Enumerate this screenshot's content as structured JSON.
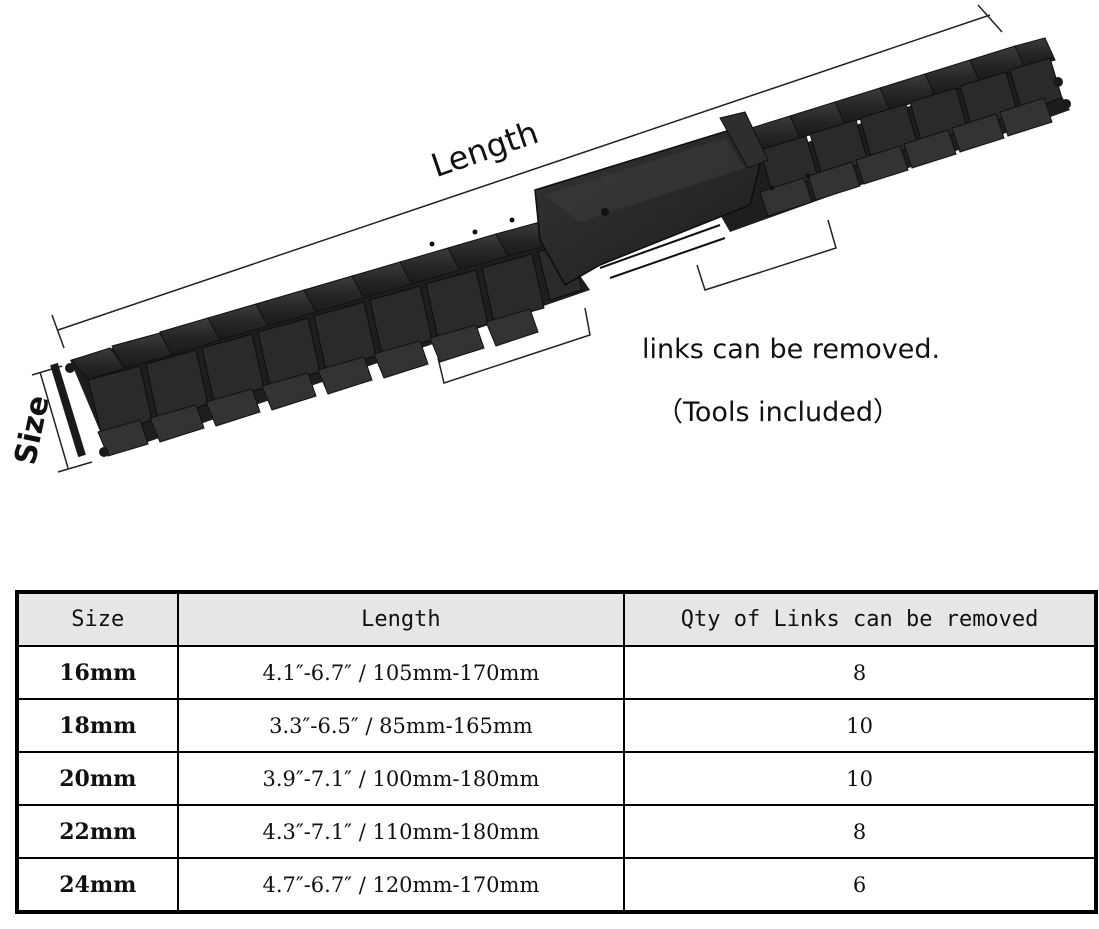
{
  "figure": {
    "length_label": "Length",
    "size_label": "Size",
    "links_caption": "links can be removed.",
    "tools_caption": "（Tools included）"
  },
  "table": {
    "headers": [
      "Size",
      "Length",
      "Qty of Links can be removed"
    ],
    "rows": [
      {
        "size": "16mm",
        "length": "4.1″-6.7″ / 105mm-170mm",
        "qty": "8"
      },
      {
        "size": "18mm",
        "length": "3.3″-6.5″ / 85mm-165mm",
        "qty": "10"
      },
      {
        "size": "20mm",
        "length": "3.9″-7.1″ / 100mm-180mm",
        "qty": "10"
      },
      {
        "size": "22mm",
        "length": "4.3″-7.1″ / 110mm-180mm",
        "qty": "8"
      },
      {
        "size": "24mm",
        "length": "4.7″-6.7″ / 120mm-170mm",
        "qty": "6"
      }
    ]
  },
  "colors": {
    "band": "#2b2b2b",
    "band_highlight": "#4a4a4a",
    "header_bg": "#e6e6e6"
  }
}
